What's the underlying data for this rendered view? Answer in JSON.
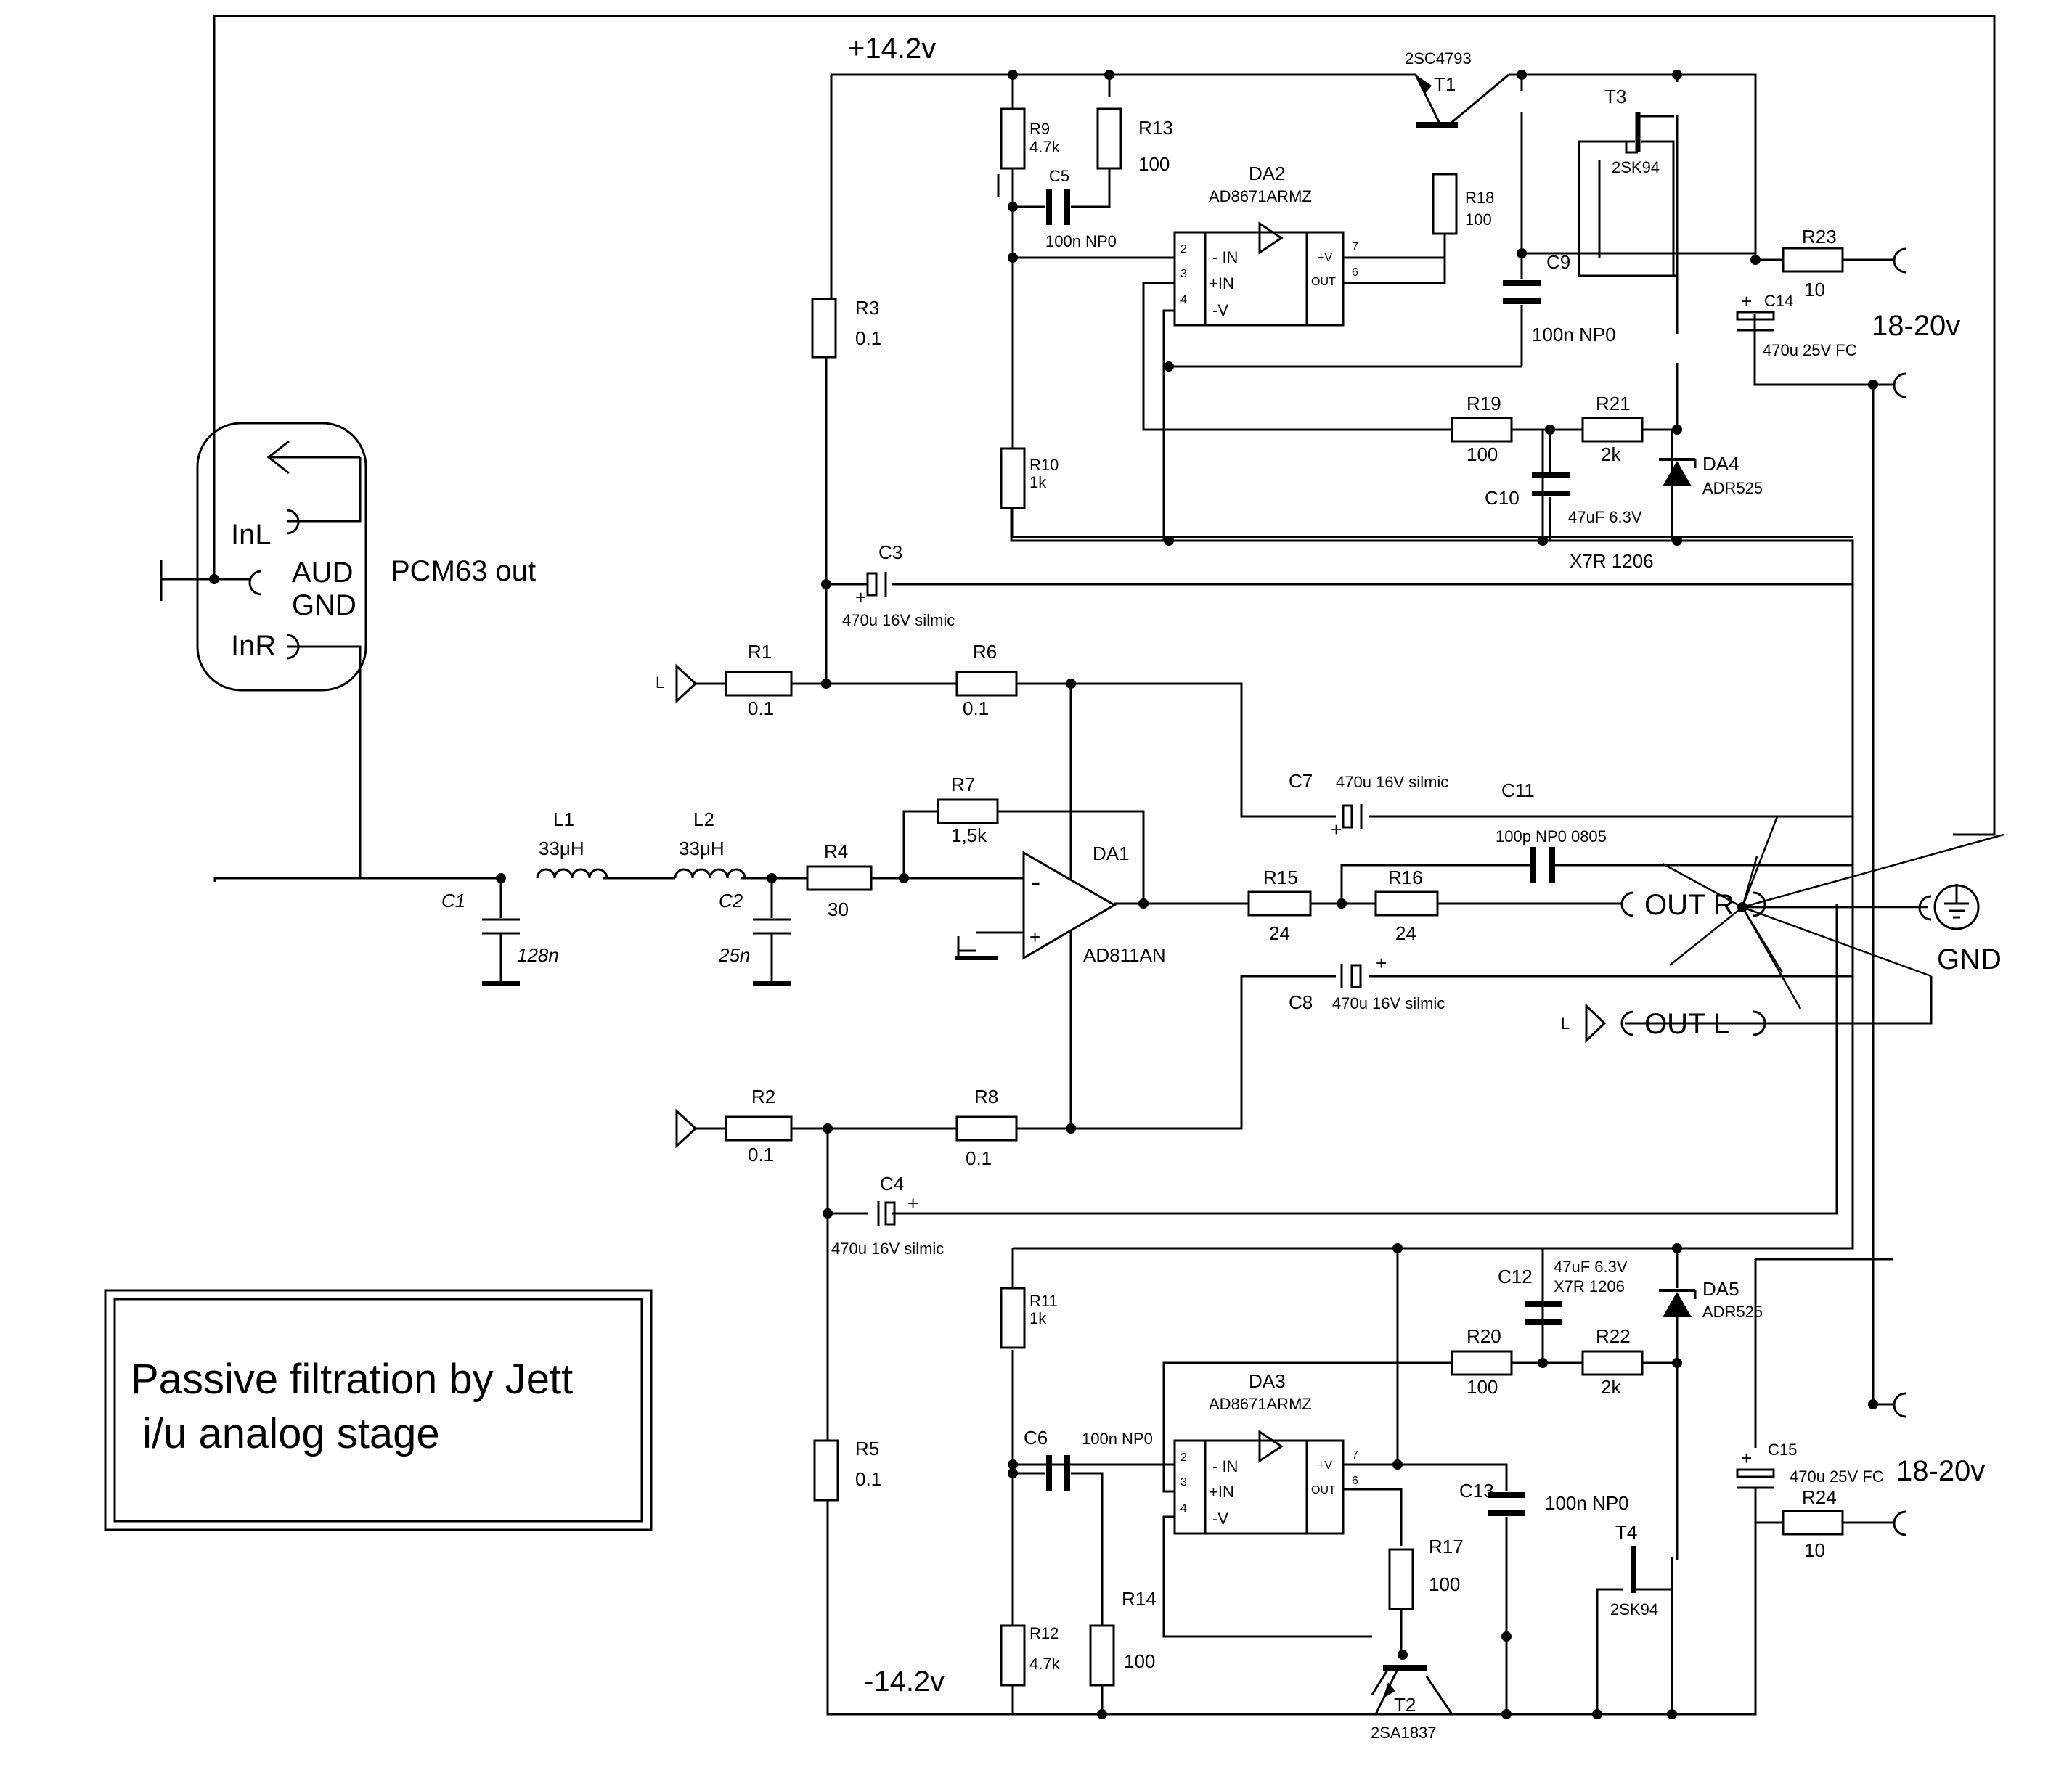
{
  "notes": {
    "title_box": [
      "Passive filtration by Jett",
      " i/u analog stage"
    ]
  },
  "rails": {
    "pos": "+14.2v",
    "neg": "-14.2v"
  },
  "supply": {
    "upper": "18-20v",
    "lower": "18-20v"
  },
  "ports": {
    "out_r": "OUT R",
    "out_l": "OUT L",
    "gnd": "GND",
    "l_small": "L"
  },
  "pcm": {
    "title": "PCM63 out",
    "inl": "InL",
    "aud": "AUD",
    "gnd": "GND",
    "inr": "InR"
  },
  "resistors": {
    "R1": {
      "name": "R1",
      "value": "0.1"
    },
    "R2": {
      "name": "R2",
      "value": "0.1"
    },
    "R3": {
      "name": "R3",
      "value": "0.1"
    },
    "R4": {
      "name": "R4",
      "value": "30"
    },
    "R5": {
      "name": "R5",
      "value": "0.1"
    },
    "R6": {
      "name": "R6",
      "value": "0.1"
    },
    "R7": {
      "name": "R7",
      "value": "1,5k"
    },
    "R8": {
      "name": "R8",
      "value": "0.1"
    },
    "R9": {
      "name": "R9",
      "value": "4.7k"
    },
    "R10": {
      "name": "R10",
      "value": "1k"
    },
    "R11": {
      "name": "R11",
      "value": "1k"
    },
    "R12": {
      "name": "R12",
      "value": "4.7k"
    },
    "R13": {
      "name": "R13",
      "value": "100"
    },
    "R14": {
      "name": "R14",
      "value": "100"
    },
    "R15": {
      "name": "R15",
      "value": "24"
    },
    "R16": {
      "name": "R16",
      "value": "24"
    },
    "R17": {
      "name": "R17",
      "value": "100"
    },
    "R18": {
      "name": "R18",
      "value": "100"
    },
    "R19": {
      "name": "R19",
      "value": "100"
    },
    "R20": {
      "name": "R20",
      "value": "100"
    },
    "R21": {
      "name": "R21",
      "value": "2k"
    },
    "R22": {
      "name": "R22",
      "value": "2k"
    },
    "R23": {
      "name": "R23",
      "value": "10"
    },
    "R24": {
      "name": "R24",
      "value": "10"
    }
  },
  "capacitors": {
    "C1": {
      "name": "C1",
      "value": "128n"
    },
    "C2": {
      "name": "C2",
      "value": "25n"
    },
    "C3": {
      "name": "C3",
      "value": "470u 16V silmic"
    },
    "C4": {
      "name": "C4",
      "value": "470u 16V silmic"
    },
    "C5": {
      "name": "C5",
      "value": "100n NP0"
    },
    "C6": {
      "name": "C6",
      "value": "100n NP0"
    },
    "C7": {
      "name": "C7",
      "value": "470u 16V silmic"
    },
    "C8": {
      "name": "C8",
      "value": "470u 16V silmic"
    },
    "C9": {
      "name": "C9",
      "value": "100n NP0"
    },
    "C10": {
      "name": "C10",
      "value": "47uF 6.3V",
      "value2": "X7R 1206"
    },
    "C11": {
      "name": "C11",
      "value": "100p NP0 0805"
    },
    "C12": {
      "name": "C12",
      "value": "47uF 6.3V",
      "value2": "X7R 1206"
    },
    "C13": {
      "name": "C13",
      "value": "100n NP0"
    },
    "C14": {
      "name": "C14",
      "value": "470u 25V FC"
    },
    "C15": {
      "name": "C15",
      "value": "470u 25V FC"
    }
  },
  "inductors": {
    "L1": {
      "name": "L1",
      "value": "33μH"
    },
    "L2": {
      "name": "L2",
      "value": "33μH"
    }
  },
  "ics": {
    "DA1": {
      "name": "DA1",
      "part": "AD811AN"
    },
    "DA2": {
      "name": "DA2",
      "part": "AD8671ARMZ"
    },
    "DA3": {
      "name": "DA3",
      "part": "AD8671ARMZ"
    },
    "DA4": {
      "name": "DA4",
      "part": "ADR525"
    },
    "DA5": {
      "name": "DA5",
      "part": "ADR525"
    }
  },
  "opamp_pins": {
    "minus_in": "- IN",
    "plus_in": "+IN",
    "minus_v": "-V",
    "plus_v": "+V",
    "out": "OUT",
    "p2": "2",
    "p3": "3",
    "p4": "4",
    "p6": "6",
    "p7": "7"
  },
  "transistors": {
    "T1": {
      "name": "T1",
      "part": "2SC4793"
    },
    "T2": {
      "name": "T2",
      "part": "2SA1837"
    },
    "T3": {
      "name": "T3",
      "part": "2SK94"
    },
    "T4": {
      "name": "T4",
      "part": "2SK94"
    }
  }
}
